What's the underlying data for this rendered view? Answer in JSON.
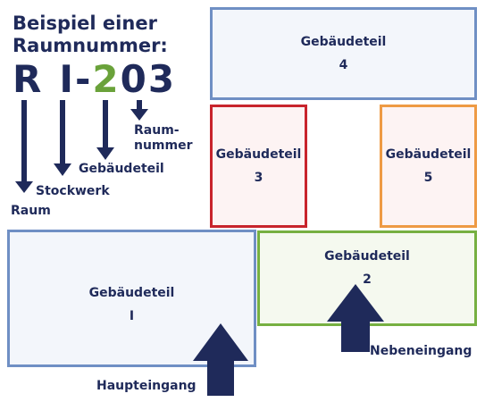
{
  "title": {
    "line1": "Beispiel einer",
    "line2": "Raumnummer:"
  },
  "example_code": {
    "room": "R",
    "floor": "I",
    "dash": "-",
    "building_part": "2",
    "room_number": "03"
  },
  "legend_labels": {
    "room_number": "Raum-nummer",
    "building_part": "Gebäudeteil",
    "floor": "Stockwerk",
    "room": "Raum"
  },
  "buildings": [
    {
      "name": "Gebäudeteil",
      "number": "4",
      "border": "#6f8fc4",
      "fill": "#f3f6fb"
    },
    {
      "name": "Gebäudeteil",
      "number": "3",
      "border": "#c8242c",
      "fill": "#fdf3f3"
    },
    {
      "name": "Gebäudeteil",
      "number": "5",
      "border": "#ee9a44",
      "fill": "#fdf3f3"
    },
    {
      "name": "Gebäudeteil",
      "number": "2",
      "border": "#76b041",
      "fill": "#f5f9ef"
    },
    {
      "name": "Gebäudeteil",
      "number": "I",
      "border": "#6f8fc4",
      "fill": "#f3f6fb"
    }
  ],
  "entrances": {
    "main": "Haupteingang",
    "side": "Nebeneingang"
  },
  "colors": {
    "navy": "#1f2a5a",
    "green": "#6aa23a"
  }
}
